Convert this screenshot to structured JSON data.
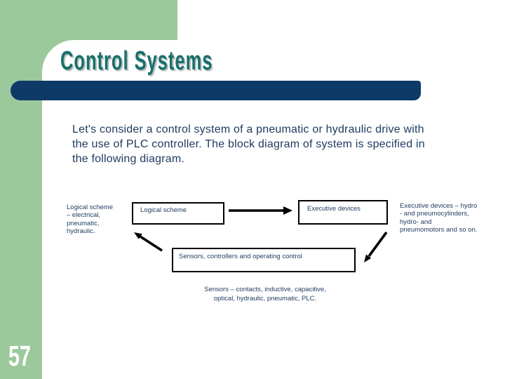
{
  "slide": {
    "title": "Control Systems",
    "page_number": "57",
    "body_text": "Let's consider a control system of a pneumatic or hydraulic drive with\nthe use of PLC controller. The block diagram of system is specified in\nthe following diagram.",
    "diagram": {
      "left_label": "Logical scheme\n– electrical,\npneumatic,\nhydraulic.",
      "logical_box_label": "Logical scheme",
      "executive_box_label": "Executive devices",
      "sensors_box_label": "Sensors, controllers and operating control",
      "right_label": "Executive devices – hydro\n- and pneumocylinders,\nhydro- and\npneumomotors and so on.",
      "caption": "Sensors – contacts, inductive, capacitive,\noptical, hydraulic, pneumatic, PLC."
    },
    "colors": {
      "background_green": "#9cc99b",
      "accent_navy": "#0d3a67",
      "title_teal": "#17706a",
      "text_navy": "#1c3a5e",
      "page_number_white": "#ffffff",
      "diagram_black": "#000000"
    }
  }
}
